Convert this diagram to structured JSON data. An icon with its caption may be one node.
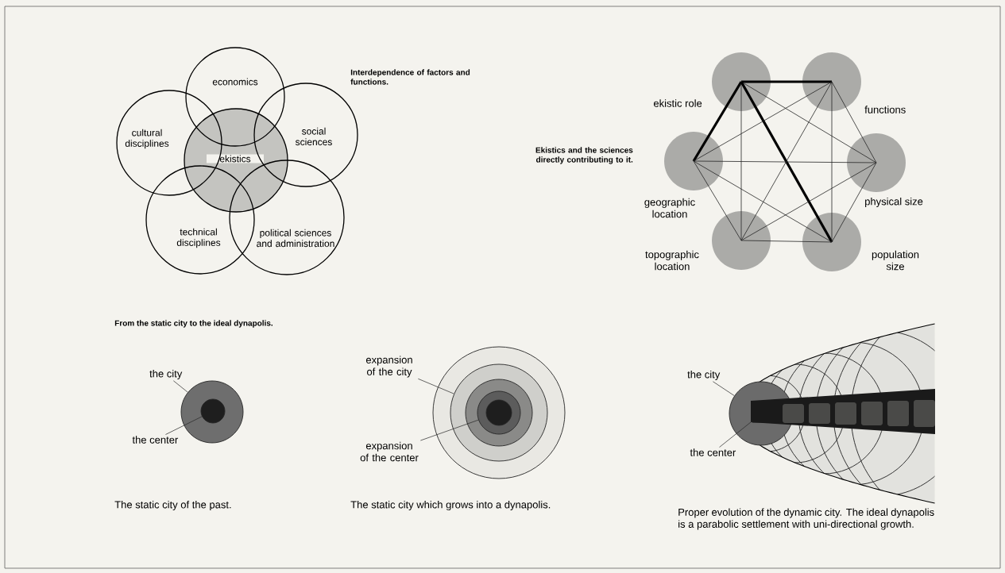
{
  "diagram": {
    "nodes": [
      {
        "text": [
          "economics"
        ]
      },
      {
        "text": [
          "cultural disciplines"
        ]
      },
      {
        "text": [
          "social sciences"
        ]
      },
      {
        "text": [
          "ekistics"
        ]
      },
      {
        "text": [
          "technical disciplines"
        ]
      },
      {
        "text": [
          "political sciences and administration"
        ]
      },
      {
        "text": [],
        "shape": "circle",
        "beside": [
          "ekistic role"
        ]
      },
      {
        "text": [],
        "shape": "circle",
        "beside": [
          "functions"
        ]
      },
      {
        "text": [],
        "shape": "circle",
        "beside": [
          "geographic location"
        ]
      },
      {
        "text": [],
        "shape": "circle",
        "beside": [
          "physical size"
        ]
      },
      {
        "text": [],
        "shape": "circle",
        "beside": [
          "topographic location"
        ]
      },
      {
        "text": [],
        "shape": "circle",
        "beside": [
          "population size"
        ]
      },
      {
        "text": [
          "the city"
        ]
      },
      {
        "text": [],
        "shape": "circle"
      },
      {
        "text": [],
        "shape": "circle",
        "in": 13
      },
      {
        "text": [
          "the center"
        ]
      },
      {
        "text": [
          "expansion of the city"
        ]
      },
      {
        "text": [],
        "shape": "circle"
      },
      {
        "text": [],
        "shape": "circle",
        "in": 17
      },
      {
        "text": [],
        "shape": "circle",
        "in": 18
      },
      {
        "text": [],
        "shape": "circle",
        "in": 19
      },
      {
        "text": [],
        "shape": "circle",
        "in": 20
      },
      {
        "text": [
          "expansion of the center"
        ]
      },
      {
        "text": [
          "the city"
        ]
      },
      {
        "text": [],
        "shape": "circle"
      },
      {
        "text": [],
        "shape": "box",
        "in": 24
      },
      {
        "text": [
          "the center"
        ]
      }
    ],
    "edges": [
      {
        "from": 6,
        "to": 7,
        "arrow": "none",
        "style": "thick"
      },
      {
        "from": 6,
        "to": 8,
        "arrow": "none",
        "style": "thick"
      },
      {
        "from": 6,
        "to": 9,
        "arrow": "none"
      },
      {
        "from": 6,
        "to": 10,
        "arrow": "none"
      },
      {
        "from": 6,
        "to": 11,
        "arrow": "none",
        "style": "thick"
      },
      {
        "from": 7,
        "to": 8,
        "arrow": "none"
      },
      {
        "from": 7,
        "to": 9,
        "arrow": "none"
      },
      {
        "from": 7,
        "to": 10,
        "arrow": "none"
      },
      {
        "from": 7,
        "to": 11,
        "arrow": "none"
      },
      {
        "from": 8,
        "to": 9,
        "arrow": "none"
      },
      {
        "from": 8,
        "to": 10,
        "arrow": "none"
      },
      {
        "from": 8,
        "to": 11,
        "arrow": "none"
      },
      {
        "from": 9,
        "to": 10,
        "arrow": "none"
      },
      {
        "from": 9,
        "to": 11,
        "arrow": "none"
      },
      {
        "from": 10,
        "to": 11,
        "arrow": "none"
      },
      {
        "from": 12,
        "to": 13,
        "arrow": "none"
      },
      {
        "from": 15,
        "to": 14,
        "arrow": "none"
      },
      {
        "from": 16,
        "to": 18,
        "arrow": "none"
      },
      {
        "from": 22,
        "to": 20,
        "arrow": "none"
      },
      {
        "from": 23,
        "to": 24,
        "arrow": "none"
      },
      {
        "from": 26,
        "to": 25,
        "arrow": "none"
      }
    ],
    "labels": [
      "Interdependence of factors and functions.",
      "Ekistics and the sciences directly contributing to it.",
      "From the static city to the ideal dynapolis.",
      "The static city of the past.",
      "The static city which grows into a dynapolis.",
      "Proper evolution of the dynamic city. The ideal dynapolis is a parabolic settlement with uni-directional growth."
    ]
  }
}
